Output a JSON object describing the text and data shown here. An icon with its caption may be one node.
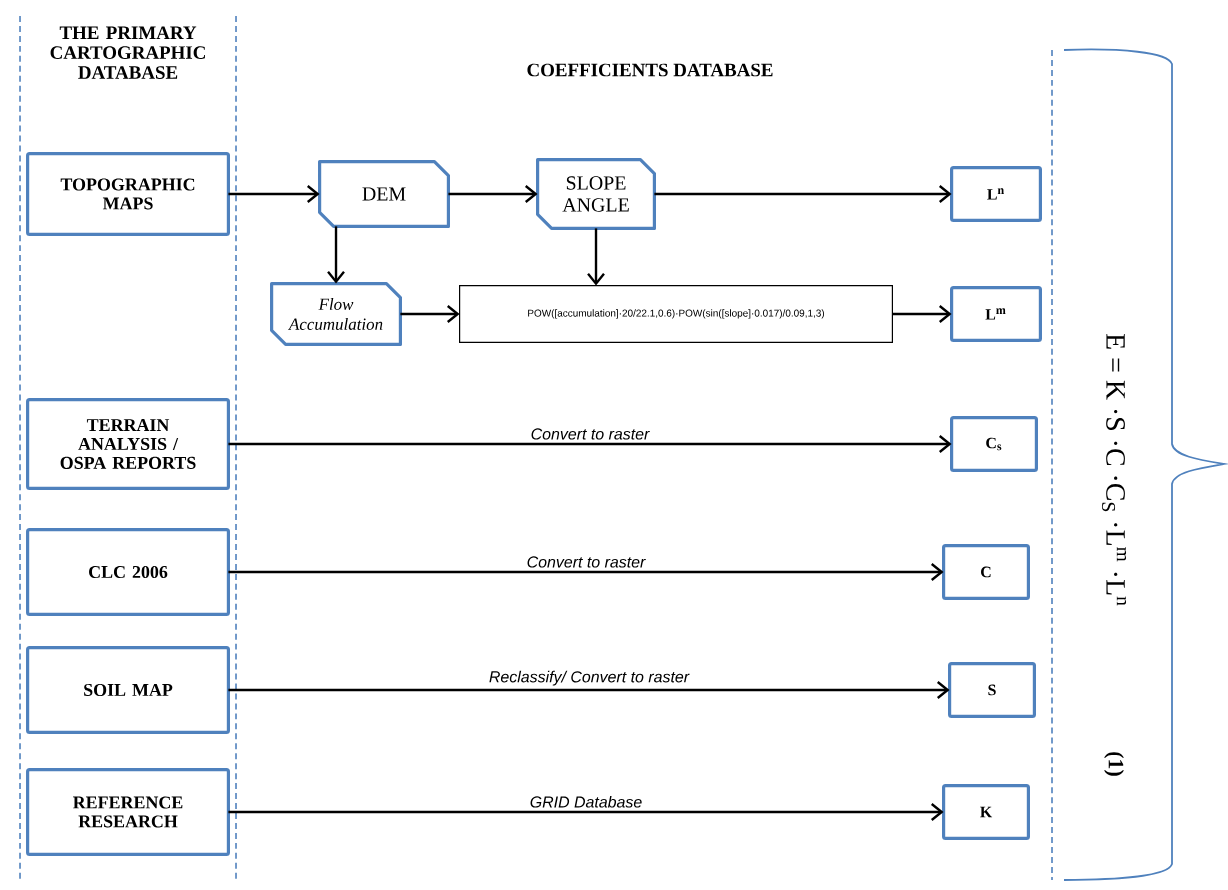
{
  "diagram": {
    "nodes": [
      {
        "text": [
          "THE PRIMARY CARTOGRAPHIC DATABASE"
        ]
      },
      {
        "text": [
          "TOPOGRAPHIC MAPS"
        ],
        "in": 0
      },
      {
        "text": [
          "DEM"
        ]
      },
      {
        "text": [
          "SLOPE ANGLE"
        ]
      },
      {
        "text": [
          "L$^{n}$"
        ]
      },
      {
        "text": [
          "Flow Accumulation"
        ]
      },
      {
        "text": [
          "POW([accumulation]·20/22.1,0.6)·POW(sin([slope]·0.017)/0.09,1,3)"
        ]
      },
      {
        "text": [
          "L$^{m}$"
        ]
      },
      {
        "text": [
          "TERRAIN ANALYSIS / OSPA REPORTS"
        ],
        "in": 0
      },
      {
        "text": [
          "C$_{s}$"
        ]
      },
      {
        "text": [
          "CLC 2006"
        ],
        "in": 0
      },
      {
        "text": [
          "C"
        ]
      },
      {
        "text": [
          "SOIL MAP"
        ],
        "in": 0
      },
      {
        "text": [
          "S"
        ]
      },
      {
        "text": [
          "REFERENCE RESEARCH"
        ],
        "in": 0
      },
      {
        "text": [
          "K"
        ]
      }
    ],
    "edges": [
      {
        "from": 1,
        "to": 2,
        "arrow": "to"
      },
      {
        "from": 2,
        "to": 3,
        "arrow": "to"
      },
      {
        "from": 3,
        "to": 4,
        "arrow": "to"
      },
      {
        "from": 2,
        "to": 5,
        "arrow": "to"
      },
      {
        "from": 3,
        "to": 6,
        "arrow": "to"
      },
      {
        "from": 5,
        "to": 6,
        "arrow": "to"
      },
      {
        "from": 6,
        "to": 7,
        "arrow": "to"
      },
      {
        "from": 8,
        "to": 9,
        "arrow": "to",
        "label": "Convert to raster"
      },
      {
        "from": 10,
        "to": 11,
        "arrow": "to",
        "label": "Convert to raster"
      },
      {
        "from": 12,
        "to": 13,
        "arrow": "to",
        "label": "Reclassify/ Convert to raster"
      },
      {
        "from": 14,
        "to": 15,
        "arrow": "to",
        "label": "GRID Database"
      }
    ],
    "labels": [
      "COEFFICIENTS DATABASE",
      "E = K ·S ·C ·C$_{S}$ ·L$^{m}$ ·L$^{n}$",
      "(1)"
    ]
  }
}
